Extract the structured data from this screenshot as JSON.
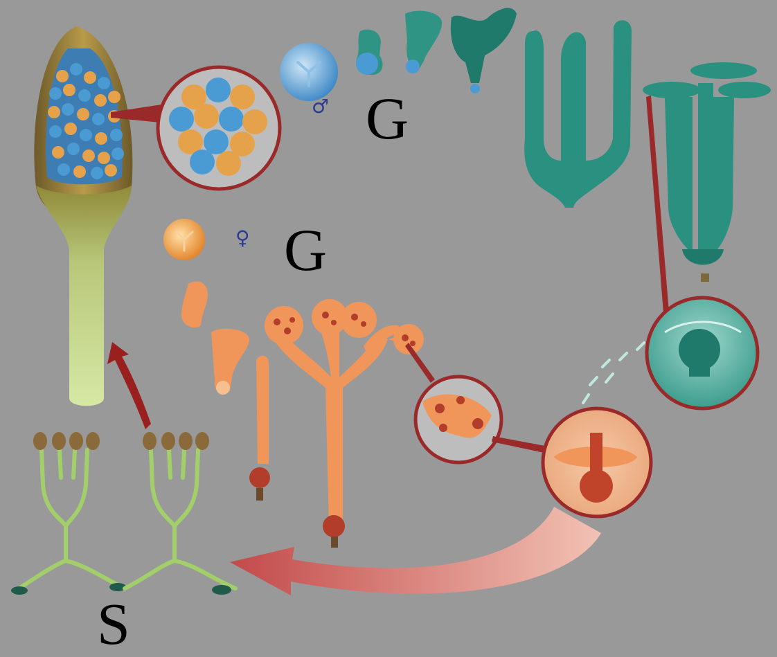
{
  "labels": {
    "gametophyte_male": "G",
    "gametophyte_female": "G",
    "sporophyte": "S"
  },
  "symbols": {
    "male": "♂",
    "female": "♀"
  },
  "colors": {
    "background": "#999999",
    "sporophyte_green": "#bcd88a",
    "male_teal": "#2f9484",
    "female_orange": "#f0965a",
    "magnify_ring": "#9a2a2a",
    "spore_blue": "#4a9bd3",
    "spore_orange": "#e8a24a"
  }
}
